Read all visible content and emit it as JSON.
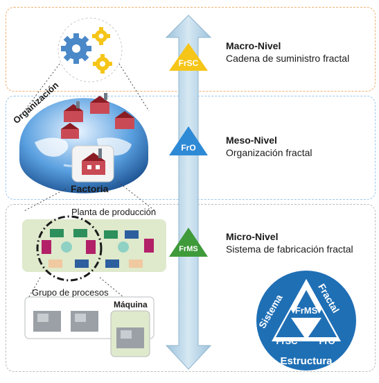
{
  "levels": {
    "macro": {
      "badge": "FrSC",
      "title": "Macro-Nivel",
      "subtitle": "Cadena de suministro fractal",
      "color": "#f5c518"
    },
    "meso": {
      "badge": "FrO",
      "title": "Meso-Nivel",
      "subtitle": "Organización fractal",
      "color": "#2f8ad6"
    },
    "micro": {
      "badge": "FrMS",
      "title": "Micro-Nivel",
      "subtitle": "Sistema de fabricación fractal",
      "color": "#3f9a3a"
    }
  },
  "labels": {
    "organizacion": "Organización",
    "factoria": "Factoria",
    "planta": "Planta de producción",
    "grupo": "Grupo de procesos",
    "maquina": "Máquina"
  },
  "structure": {
    "center": "FrMS",
    "left": "FrSC",
    "right": "FrO",
    "side_left": "Sistema",
    "side_right": "Fractal",
    "bottom": "Estructura",
    "color": "#1f6fb5"
  },
  "icons": [
    "gears-icon",
    "globe-icon",
    "factory-icon",
    "production-plant-icon",
    "machine-icon",
    "double-arrow-icon"
  ]
}
